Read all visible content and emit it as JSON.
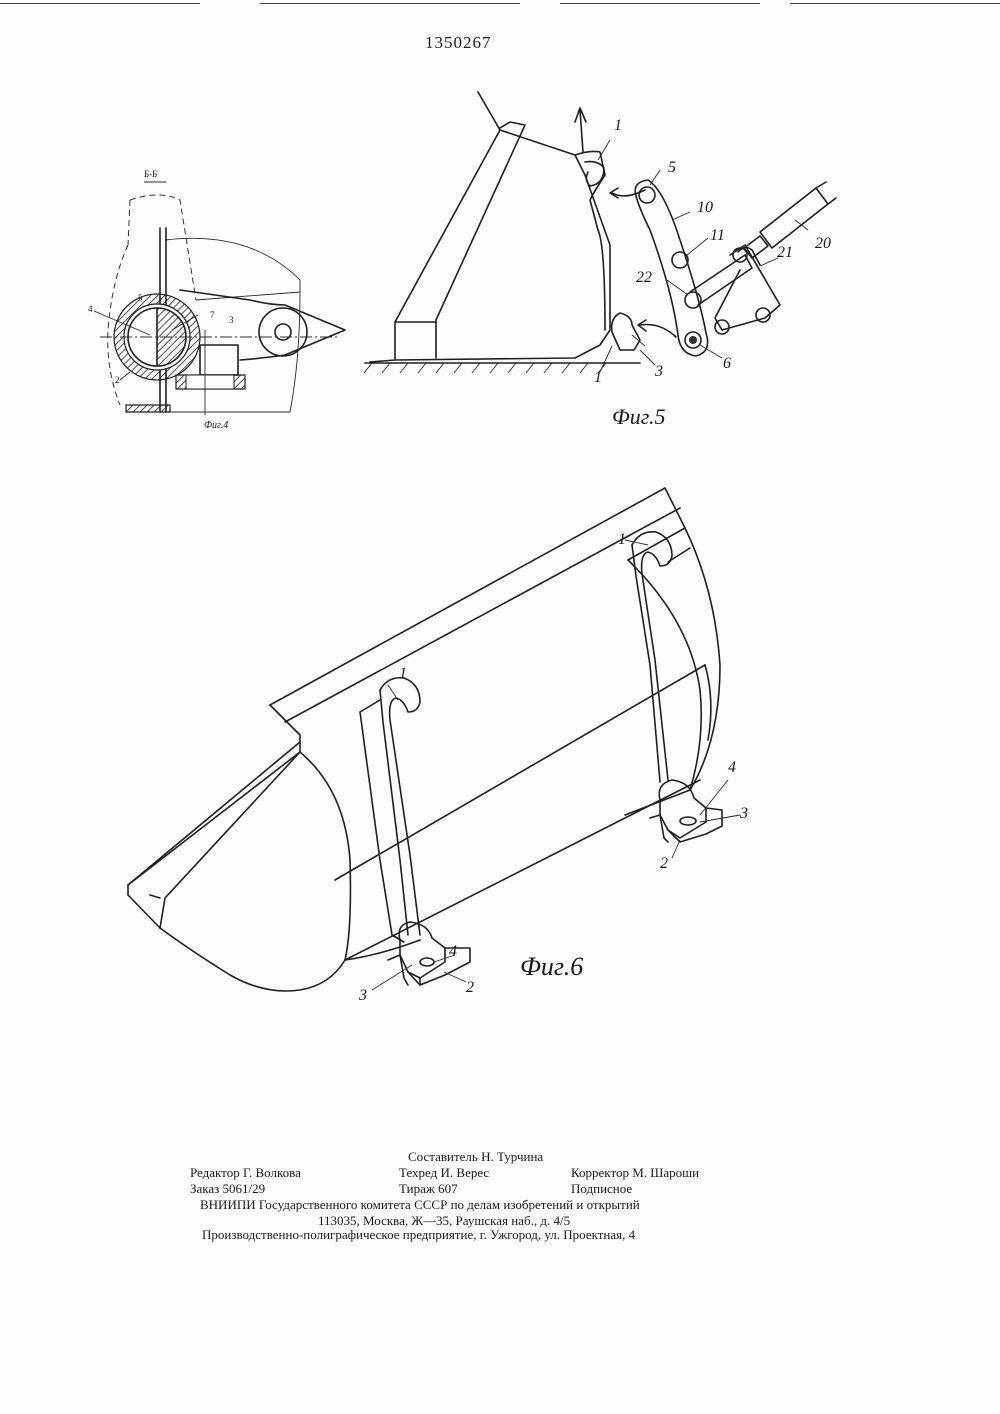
{
  "header": {
    "patent_number": "1350267"
  },
  "figure4": {
    "section_label": "Б-Б",
    "caption": "Фиг.4",
    "labels": [
      "4",
      "5",
      "7",
      "3",
      "2"
    ]
  },
  "figure5": {
    "caption": "Фиг.5",
    "labels": [
      "1",
      "5",
      "10",
      "11",
      "20",
      "21",
      "22",
      "1",
      "3",
      "6"
    ]
  },
  "figure6": {
    "caption": "Фиг.6",
    "labels": [
      "1",
      "1",
      "4",
      "3",
      "2",
      "4",
      "3",
      "2"
    ]
  },
  "footer": {
    "compiler": "Составитель Н. Турчина",
    "editor": "Редактор Г. Волкова",
    "techred": "Техред И. Верес",
    "corrector": "Корректор М. Шароши",
    "order": "Заказ 5061/29",
    "circulation": "Тираж 607",
    "subscription": "Подписное",
    "institute": "ВНИИПИ Государственного комитета СССР по делам изобретений и открытий",
    "address": "113035, Москва, Ж—35, Раушская наб., д. 4/5",
    "printer": "Производственно-полиграфическое предприятие, г. Ужгород, ул. Проектная, 4"
  }
}
